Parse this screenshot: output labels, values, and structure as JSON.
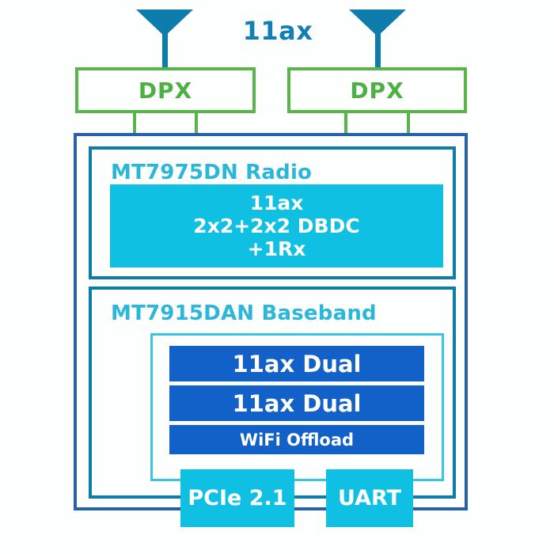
{
  "title": "11ax",
  "colors": {
    "green": "#58b54a",
    "antenna_teal": "#0e7dad",
    "outer_border_blue": "#2760ae",
    "chip_border_teal": "#0d7ca6",
    "cyan_fill": "#10c0e2",
    "heading_cyan": "#2ab7d9",
    "bar_blue": "#1161c8",
    "inner_border_cyan": "#38c5e4"
  },
  "dpx": [
    {
      "label": "DPX"
    },
    {
      "label": "DPX"
    }
  ],
  "radio": {
    "heading": "MT7975DN Radio",
    "capability_lines": [
      "11ax",
      "2x2+2x2 DBDC",
      "+1Rx"
    ]
  },
  "baseband": {
    "heading": "MT7915DAN Baseband",
    "blocks": [
      {
        "label": "11ax Dual"
      },
      {
        "label": "11ax Dual"
      },
      {
        "label": "WiFi Offload"
      }
    ]
  },
  "interfaces": [
    {
      "label": "PCIe 2.1"
    },
    {
      "label": "UART"
    }
  ]
}
